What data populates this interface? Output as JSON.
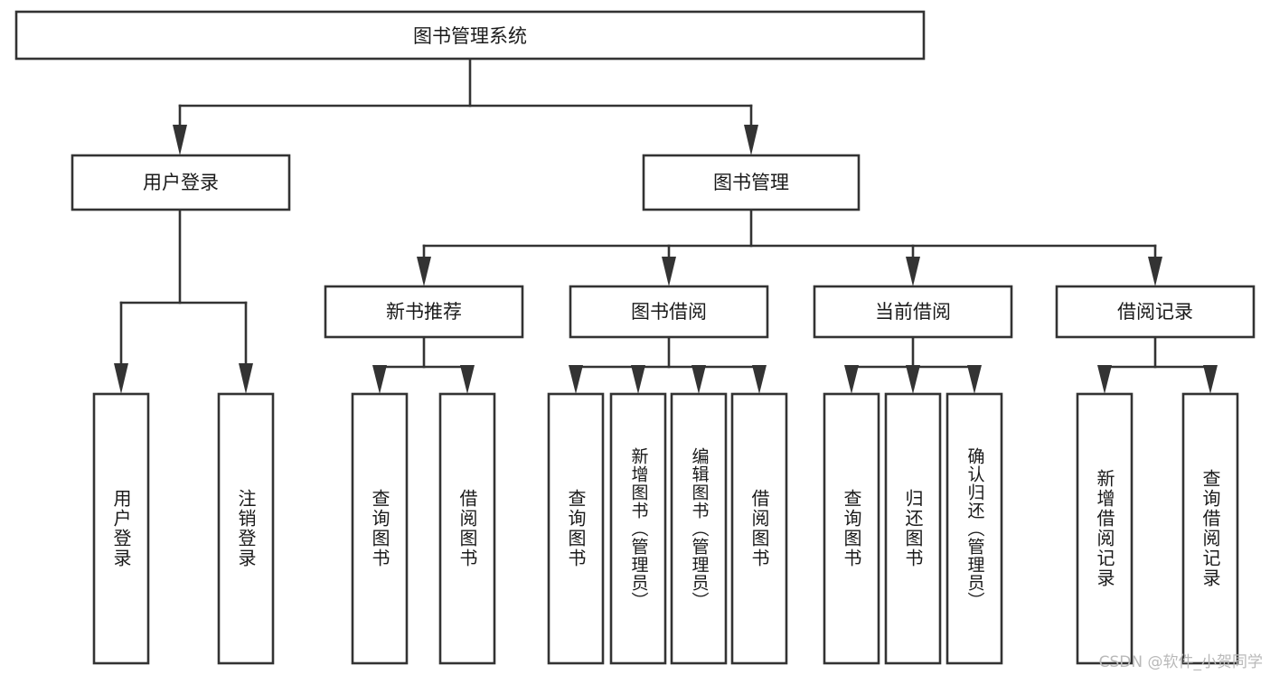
{
  "diagram": {
    "title": "图书管理系统",
    "type": "tree",
    "watermark": "CSDN @软件_小贺同学",
    "colors": {
      "stroke": "#333333",
      "box_fill": "#ffffff",
      "text": "#1a1a1a",
      "background": "#ffffff",
      "watermark": "#b9b9b9"
    },
    "levels": {
      "root": "图书管理系统",
      "level2": [
        "用户登录",
        "图书管理"
      ],
      "level3": [
        "新书推荐",
        "图书借阅",
        "当前借阅",
        "借阅记录"
      ]
    },
    "nodes": {
      "root": {
        "label": "图书管理系统",
        "orientation": "horizontal"
      },
      "user_login": {
        "label": "用户登录",
        "orientation": "horizontal"
      },
      "book_manage": {
        "label": "图书管理",
        "orientation": "horizontal"
      },
      "new_book_rec": {
        "label": "新书推荐",
        "orientation": "horizontal"
      },
      "book_borrow": {
        "label": "图书借阅",
        "orientation": "horizontal"
      },
      "current_borrow": {
        "label": "当前借阅",
        "orientation": "horizontal"
      },
      "borrow_record": {
        "label": "借阅记录",
        "orientation": "horizontal"
      },
      "leaf_1": {
        "label": "用户登录",
        "orientation": "vertical"
      },
      "leaf_2": {
        "label": "注销登录",
        "orientation": "vertical"
      },
      "leaf_3": {
        "label": "查询图书",
        "orientation": "vertical"
      },
      "leaf_4": {
        "label": "借阅图书",
        "orientation": "vertical"
      },
      "leaf_5": {
        "label": "查询图书",
        "orientation": "vertical"
      },
      "leaf_6": {
        "label": "新增图书（管理员）",
        "orientation": "vertical"
      },
      "leaf_7": {
        "label": "编辑图书（管理员）",
        "orientation": "vertical"
      },
      "leaf_8": {
        "label": "借阅图书",
        "orientation": "vertical"
      },
      "leaf_9": {
        "label": "查询图书",
        "orientation": "vertical"
      },
      "leaf_10": {
        "label": "归还图书",
        "orientation": "vertical"
      },
      "leaf_11": {
        "label": "确认归还（管理员）",
        "orientation": "vertical"
      },
      "leaf_12": {
        "label": "新增借阅记录",
        "orientation": "vertical"
      },
      "leaf_13": {
        "label": "查询借阅记录",
        "orientation": "vertical"
      }
    },
    "edges": [
      {
        "from": "root",
        "to": "user_login"
      },
      {
        "from": "root",
        "to": "book_manage"
      },
      {
        "from": "user_login",
        "to": "leaf_1"
      },
      {
        "from": "user_login",
        "to": "leaf_2"
      },
      {
        "from": "book_manage",
        "to": "new_book_rec"
      },
      {
        "from": "book_manage",
        "to": "book_borrow"
      },
      {
        "from": "book_manage",
        "to": "current_borrow"
      },
      {
        "from": "book_manage",
        "to": "borrow_record"
      },
      {
        "from": "new_book_rec",
        "to": "leaf_3"
      },
      {
        "from": "new_book_rec",
        "to": "leaf_4"
      },
      {
        "from": "book_borrow",
        "to": "leaf_5"
      },
      {
        "from": "book_borrow",
        "to": "leaf_6"
      },
      {
        "from": "book_borrow",
        "to": "leaf_7"
      },
      {
        "from": "book_borrow",
        "to": "leaf_8"
      },
      {
        "from": "current_borrow",
        "to": "leaf_9"
      },
      {
        "from": "current_borrow",
        "to": "leaf_10"
      },
      {
        "from": "current_borrow",
        "to": "leaf_11"
      },
      {
        "from": "borrow_record",
        "to": "leaf_12"
      },
      {
        "from": "borrow_record",
        "to": "leaf_13"
      }
    ]
  }
}
